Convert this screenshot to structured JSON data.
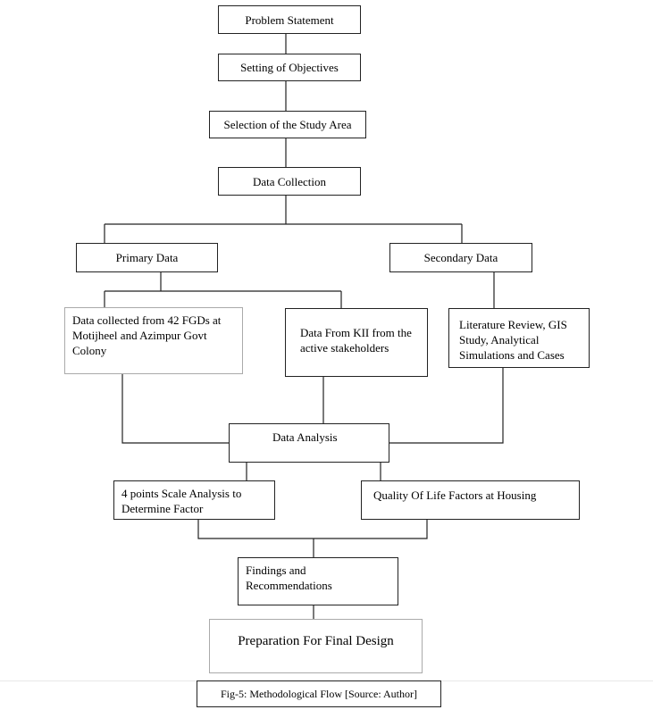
{
  "diagram": {
    "boxes": {
      "problem_statement": "Problem Statement",
      "setting_objectives": "Setting of Objectives",
      "study_area": "Selection of the Study Area",
      "data_collection": "Data Collection",
      "primary_data": "Primary Data",
      "secondary_data": "Secondary Data",
      "fgd_data": "Data collected from 42 FGDs  at Motijheel and Azimpur Govt Colony",
      "kii_data": "Data From KII from the active stakeholders",
      "literature_review": "Literature Review, GIS Study, Analytical Simulations and Cases",
      "data_analysis": "Data Analysis",
      "scale_analysis": "4 points Scale Analysis to Determine Factor",
      "quality_of_life": "Quality Of Life Factors at Housing",
      "findings": "Findings and Recommendations",
      "final_design": "Preparation For Final Design"
    },
    "caption": "Fig-5: Methodological Flow [Source: Author]"
  }
}
